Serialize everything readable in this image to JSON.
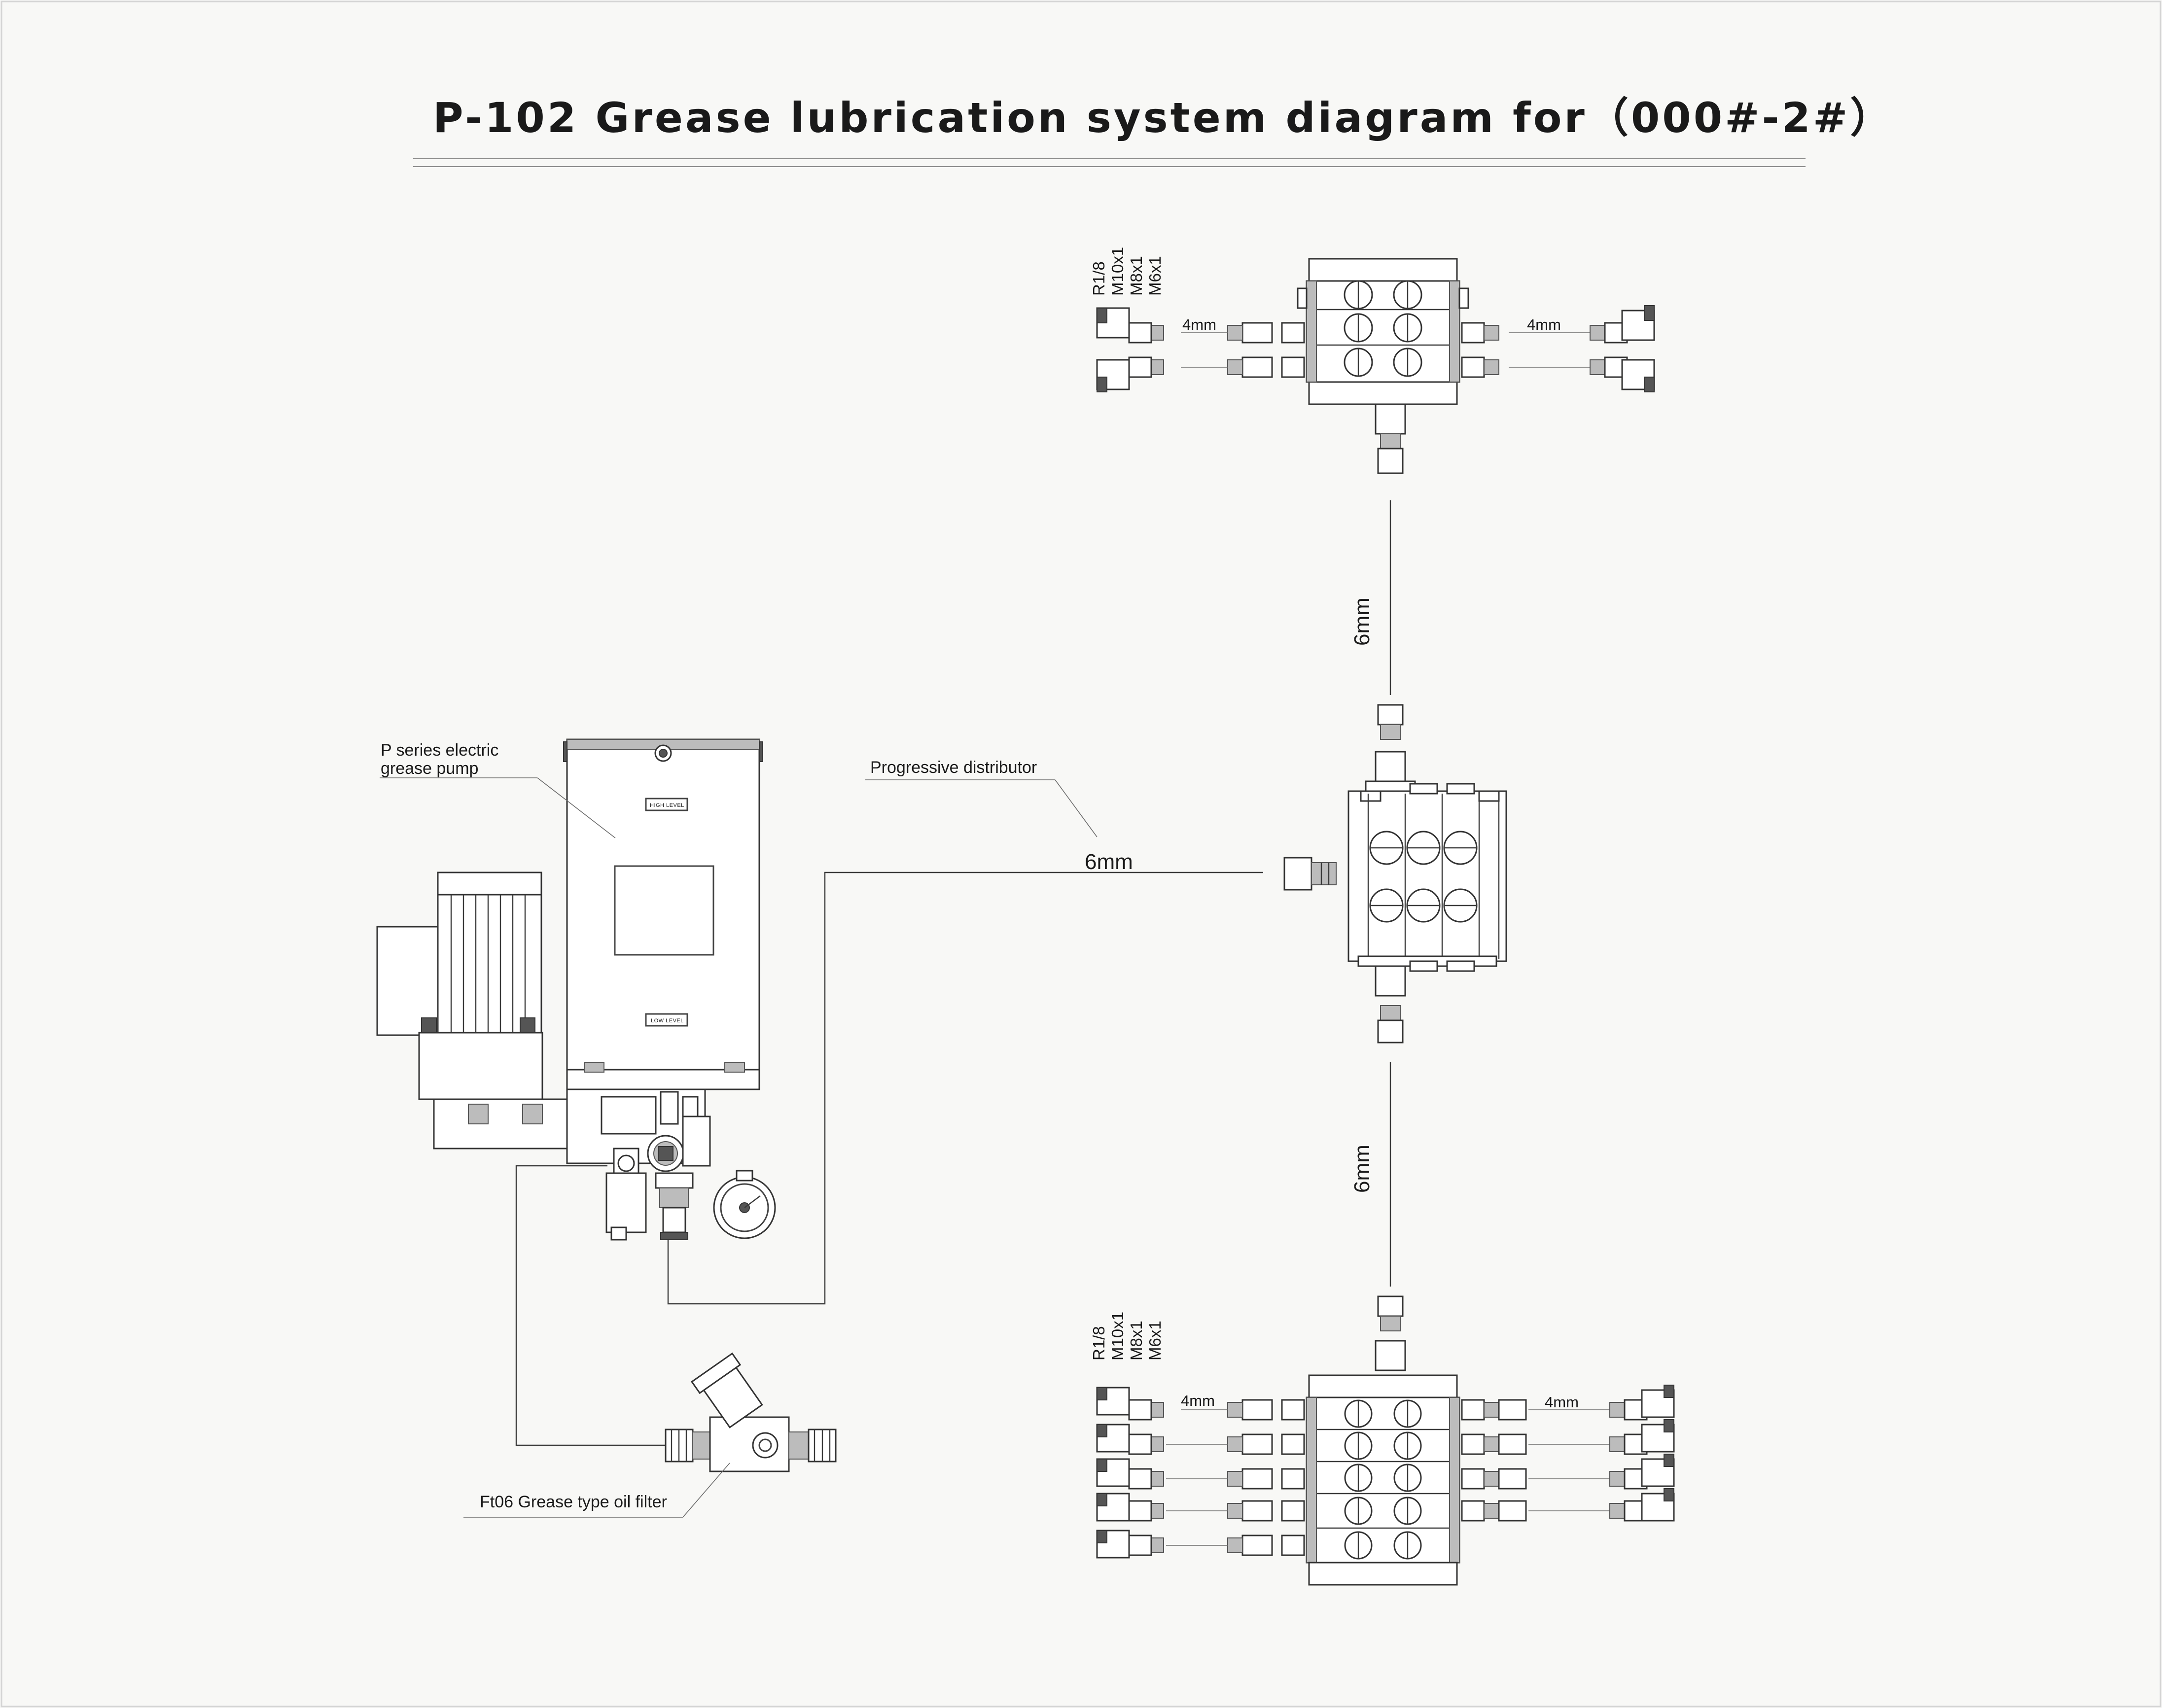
{
  "title": "P-102 Grease lubrication system diagram for（000#-2#）",
  "labels": {
    "pump_line1": "P  series electric",
    "pump_line2": "grease pump",
    "distributor": "Progressive distributor",
    "filter": "Ft06  Grease type oil filter",
    "pipe_main": "6mm",
    "pipe_up": "6mm",
    "pipe_down": "6mm",
    "high_level": "HIGH LEVEL",
    "low_level": "LOW LEVEL"
  },
  "ports_top": [
    "R1/8",
    "M10x1",
    "M8x1",
    "M6x1"
  ],
  "ports_bottom": [
    "R1/8",
    "M10x1",
    "M8x1",
    "M6x1"
  ],
  "top_block": {
    "left_pipe": "4mm",
    "right_pipe": "4mm"
  },
  "bottom_block": {
    "left_pipe": "4mm",
    "right_pipe": "4mm"
  },
  "colors": {
    "line": "#3a3a3a",
    "background": "#f8f8f6",
    "frame": "#444444"
  },
  "icons": {
    "pump": "grease-pump-icon",
    "filter": "oil-filter-icon",
    "distributor": "distributor-block-icon",
    "outlet": "elbow-outlet-icon",
    "gauge": "pressure-gauge-icon"
  }
}
